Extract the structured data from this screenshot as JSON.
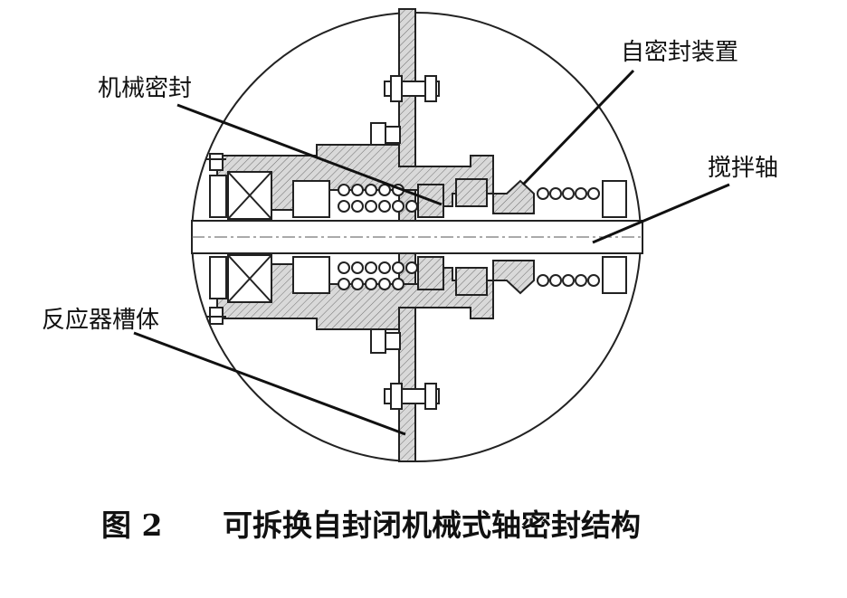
{
  "labels": {
    "mechanical_seal": "机械密封",
    "self_seal_device": "自密封装置",
    "stirring_shaft": "搅拌轴",
    "reactor_tank": "反应器槽体"
  },
  "caption": {
    "number": "图 2",
    "title": "可拆换自封闭机械式轴密封结构"
  }
}
